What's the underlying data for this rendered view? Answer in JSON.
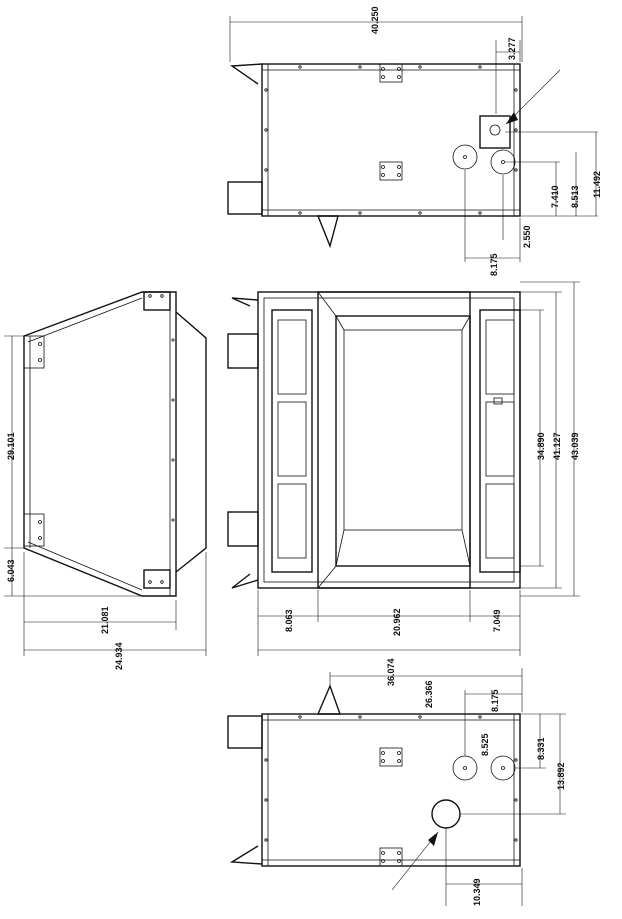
{
  "dimensions": {
    "top_overall_width": "40.250",
    "top_3277": "3.277",
    "top_7410": "7.410",
    "top_8513": "8.513",
    "top_11492": "11.492",
    "top_2550": "2.550",
    "top_8175": "8.175",
    "side_29101": "29.101",
    "side_6043": "6.043",
    "side_21081": "21.081",
    "side_24934": "24.934",
    "front_34890": "34.890",
    "front_41127": "41.127",
    "front_43039": "43.039",
    "front_8063": "8.063",
    "front_20962": "20.962",
    "front_7049": "7.049",
    "front_36074": "36.074",
    "bottom_26366": "26.366",
    "bottom_8175": "8.175",
    "bottom_8525": "8.525",
    "bottom_8331": "8.331",
    "bottom_13892": "13.892",
    "bottom_10349": "10.349"
  }
}
